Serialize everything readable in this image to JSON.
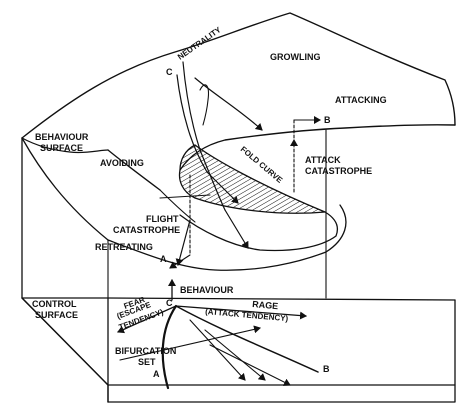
{
  "diagram": {
    "labels": {
      "behaviour_surface": [
        "BEHAVIOUR",
        "SURFACE"
      ],
      "control_surface": [
        "CONTROL",
        "SURFACE"
      ],
      "neutrality": "NEUTRALITY",
      "growling": "GROWLING",
      "attacking": "ATTACKING",
      "avoiding": "AVOIDING",
      "retreating": "RETREATING",
      "fold_curve": "FOLD CURVE",
      "attack_catastrophe": [
        "ATTACK",
        "CATASTROPHE"
      ],
      "flight_catastrophe": [
        "FLIGHT",
        "CATASTROPHE"
      ],
      "behaviour_axis": "BEHAVIOUR",
      "fear": [
        "FEAR",
        "(ESCAPE",
        "TENDENCY)"
      ],
      "rage": [
        "RAGE",
        "(ATTACK TENDENCY)"
      ],
      "bifurcation_set": [
        "BIFURCATION",
        "SET"
      ],
      "point_c_top": "C",
      "point_b_top": "B",
      "point_a_top": "A",
      "point_c_bottom": "C",
      "point_a_bottom": "A",
      "point_b_bottom": "B"
    }
  }
}
